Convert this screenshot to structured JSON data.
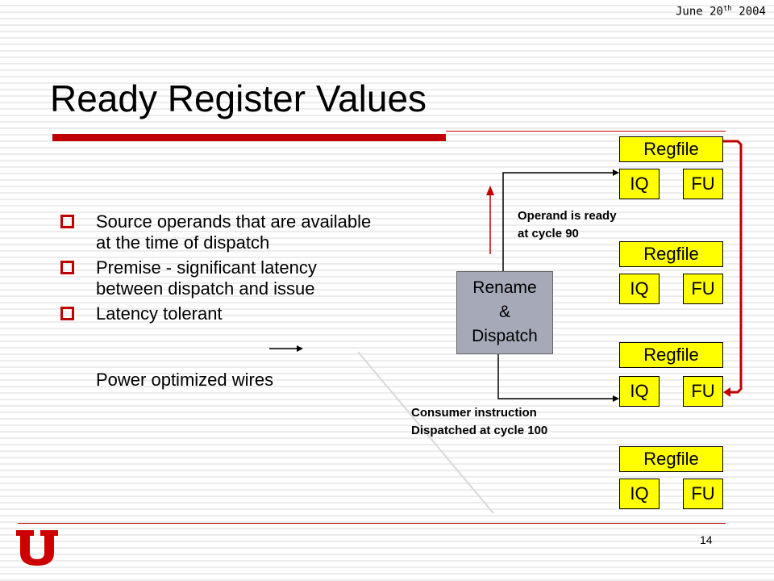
{
  "header": {
    "date_text": "June 20",
    "date_sup": "th",
    "date_year": " 2004"
  },
  "slide": {
    "title": "Ready Register Values",
    "bullets": [
      "Source operands that are available at the time of dispatch",
      "Premise - significant latency between dispatch and issue",
      "Latency tolerant"
    ],
    "continuation": "Power optimized wires",
    "page_number": "14"
  },
  "diagram": {
    "rename_lines": [
      "Rename",
      "&",
      "Dispatch"
    ],
    "clusters": [
      {
        "regfile": "Regfile",
        "iq": "IQ",
        "fu": "FU"
      },
      {
        "regfile": "Regfile",
        "iq": "IQ",
        "fu": "FU"
      },
      {
        "regfile": "Regfile",
        "iq": "IQ",
        "fu": "FU"
      },
      {
        "regfile": "Regfile",
        "iq": "IQ",
        "fu": "FU"
      }
    ],
    "operand_note": [
      "Operand is ready",
      "at cycle 90"
    ],
    "consumer_note": [
      "Consumer instruction",
      "Dispatched at cycle 100"
    ]
  },
  "colors": {
    "accent_red": "#c00000",
    "box_yellow": "#ffff00",
    "rename_gray": "#a6aab8",
    "logo_red": "#cc0000"
  },
  "icons": {
    "bullet": "hollow-square-icon",
    "logo": "university-u-logo"
  }
}
